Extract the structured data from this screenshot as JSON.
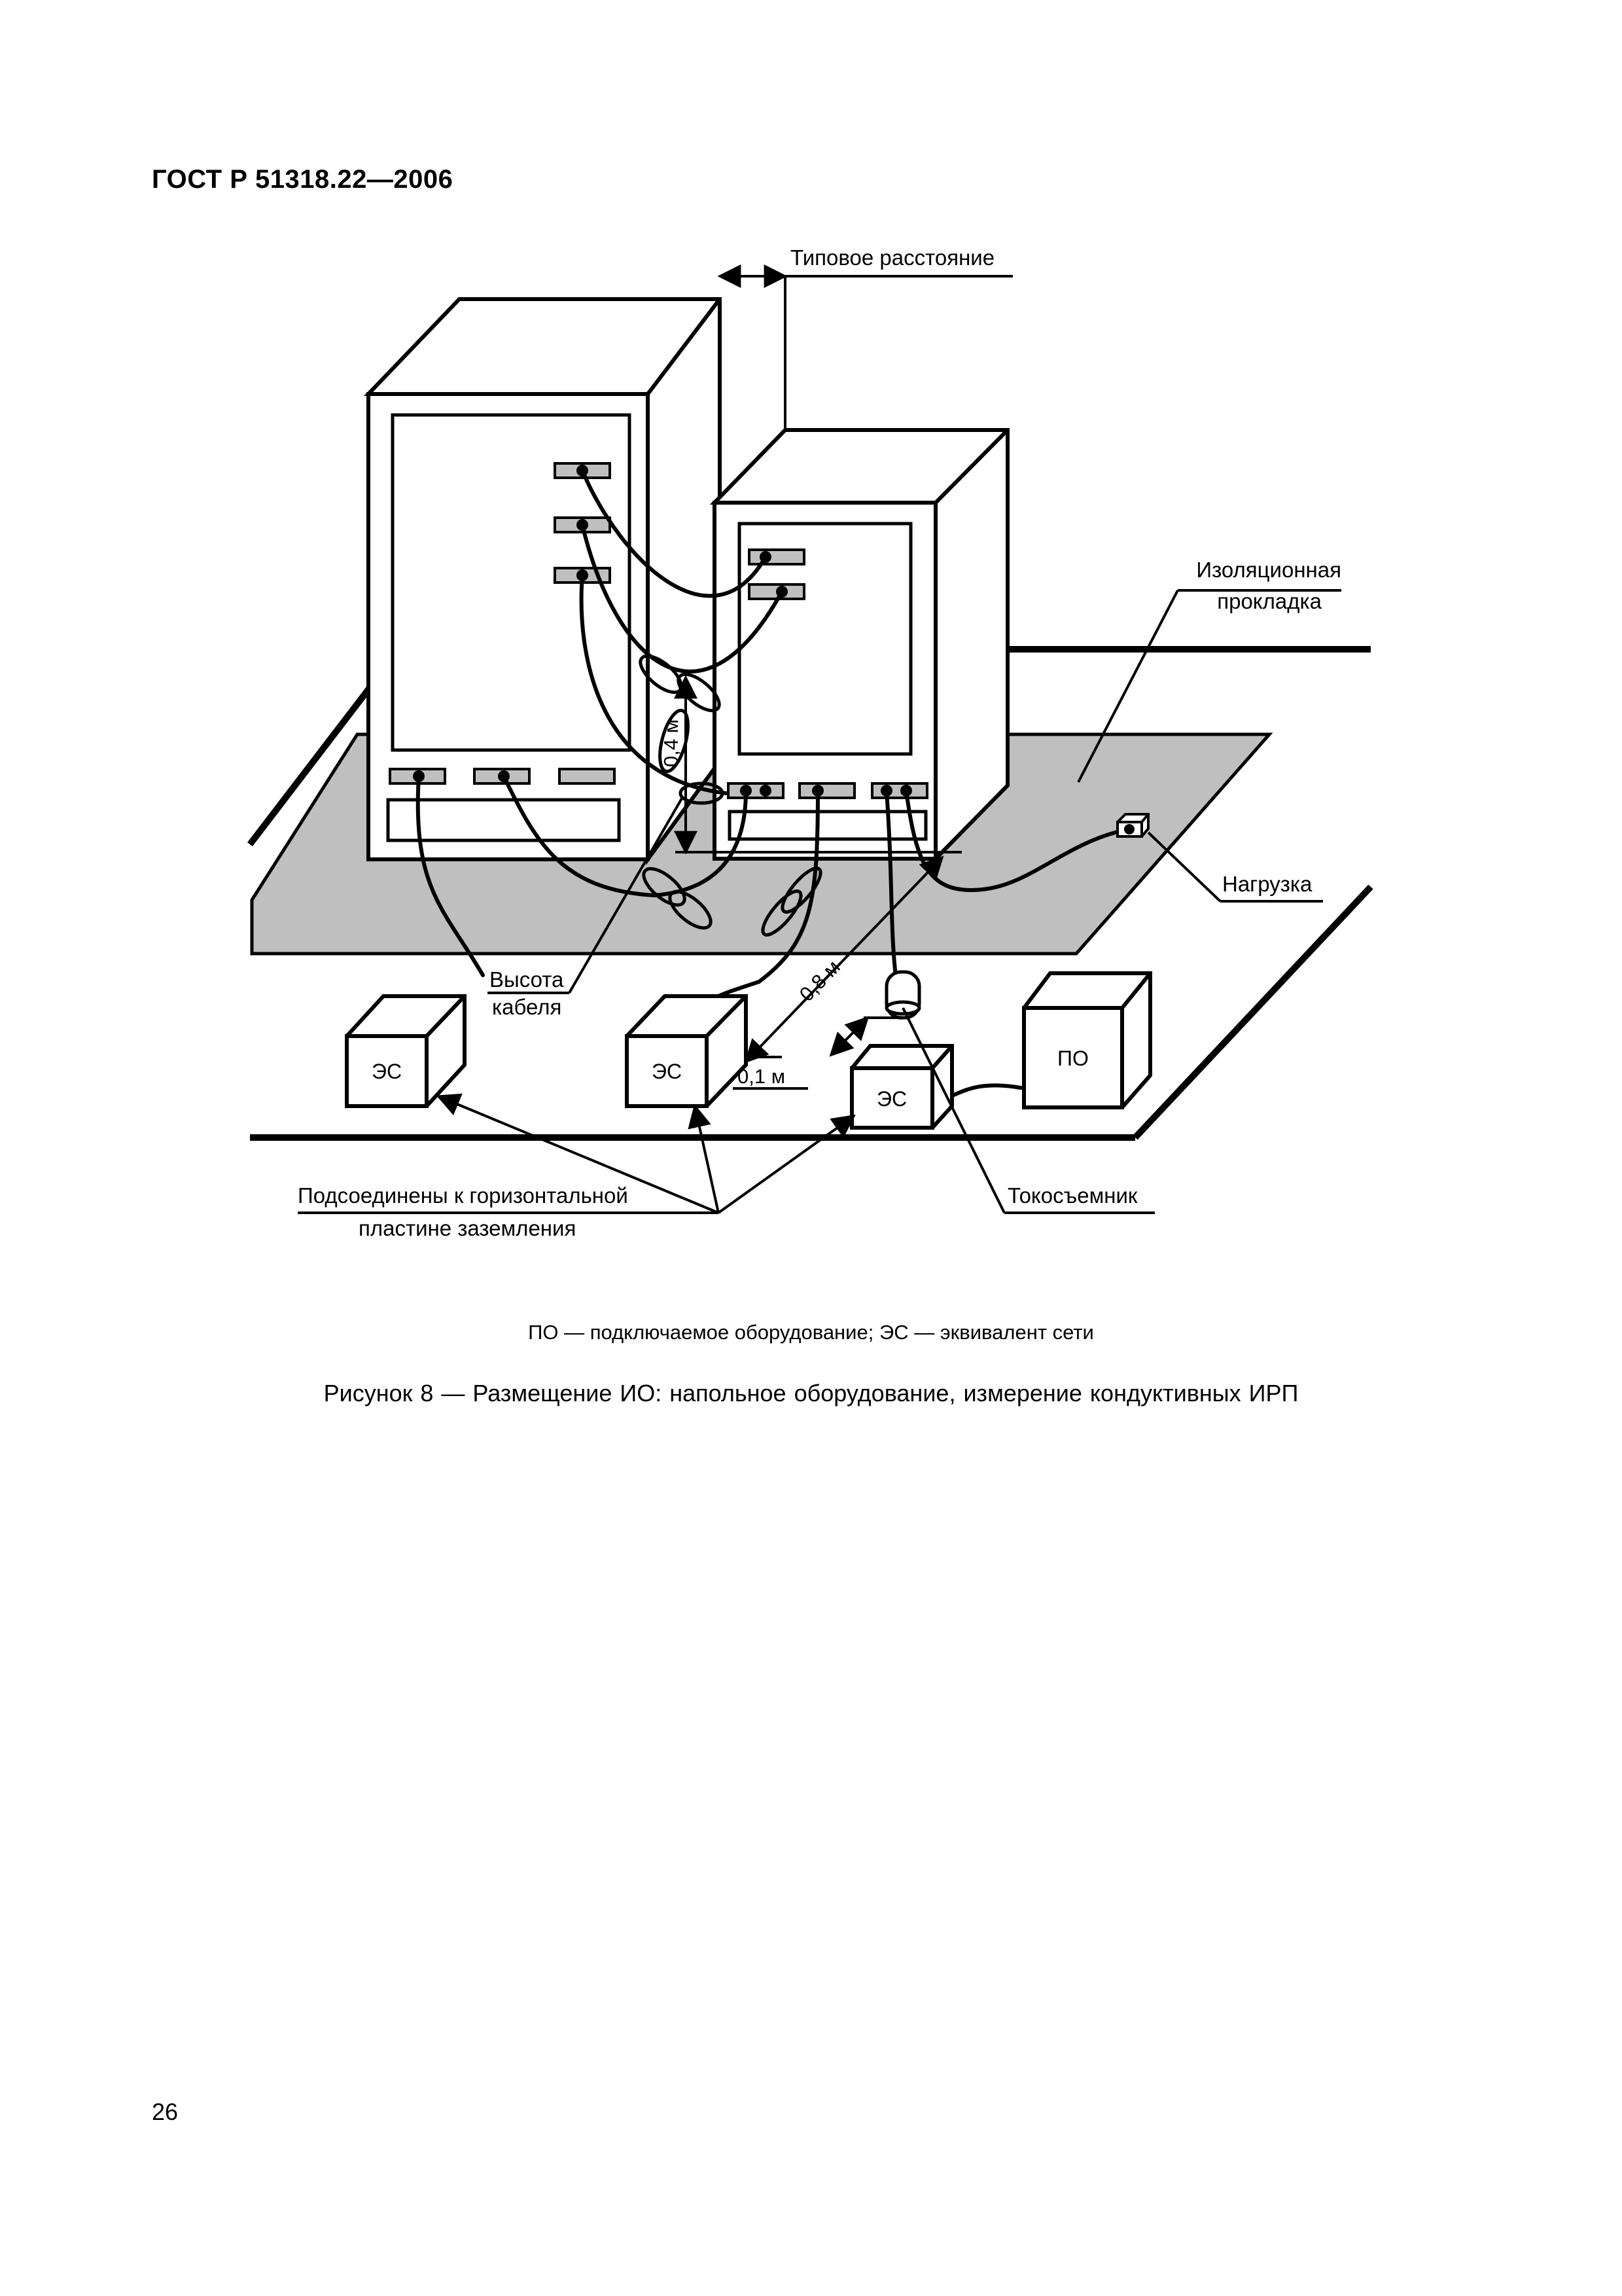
{
  "header": {
    "document_code": "ГОСТ Р 51318.22—2006"
  },
  "diagram": {
    "labels": {
      "typical_distance": "Типовое расстояние",
      "insulation_pad_line1": "Изоляционная",
      "insulation_pad_line2": "прокладка",
      "load": "Нагрузка",
      "cable_height_line1": "Высота",
      "cable_height_line2": "кабеля",
      "current_probe": "Токосъемник",
      "connected_line1": "Подсоединены к горизонтальной",
      "connected_line2": "пластине заземления"
    },
    "dimensions": {
      "d_04": "0,4 м",
      "d_08": "0,8 м",
      "d_01": "0,1 м"
    },
    "boxes": {
      "es": "ЭС",
      "po": "ПО"
    }
  },
  "legend": "ПО — подключаемое оборудование;  ЭС — эквивалент сети",
  "caption": "Рисунок 8 — Размещение ИО: напольное оборудование, измерение кондуктивных ИРП",
  "page_number": "26"
}
